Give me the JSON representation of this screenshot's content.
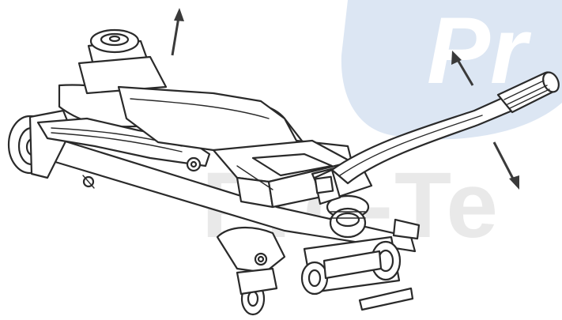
{
  "watermark": {
    "text": "Pro-Te",
    "logo_text": "Pr",
    "logo_color": "#dce6f3",
    "text_color": "#e9e9e9"
  },
  "illustration": {
    "subject": "floor-jack-icon",
    "line_color": "#2a2a2a"
  },
  "arrows": [
    {
      "name": "arrow-up-left",
      "icon": "up-arrow-icon"
    },
    {
      "name": "arrow-up-handle",
      "icon": "up-arrow-icon"
    },
    {
      "name": "arrow-down-handle",
      "icon": "down-arrow-icon"
    }
  ]
}
